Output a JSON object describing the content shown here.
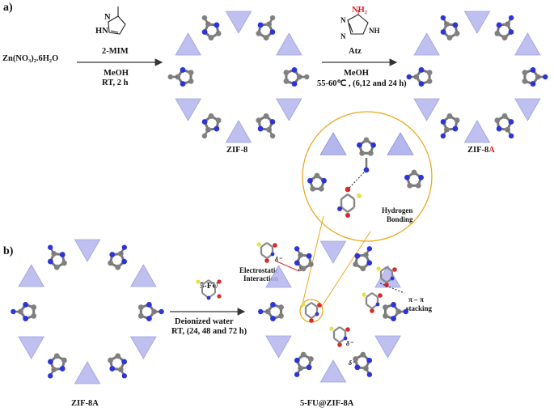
{
  "panel_a": {
    "label": "a)",
    "reactant": "Zn(NO₃)₂.6H₂O",
    "reagent1": {
      "name": "2-MIM",
      "solvent": "MeOH",
      "conditions": "RT, 2 h"
    },
    "product1": "ZIF-8",
    "reagent2": {
      "amine": "NH₂",
      "ring_label": "NH",
      "ring_n1": "N",
      "ring_n2": "N",
      "name": "Atz",
      "solvent": "MeOH",
      "conditions": "55-60℃ , (6,12 and 24 h)"
    },
    "product2_base": "ZIF-8",
    "product2_suffix": "A",
    "mim_ring_label": "HN",
    "mim_n": "N"
  },
  "panel_b": {
    "label": "b)",
    "start": "ZIF-8A",
    "reagent": "5-FU",
    "solvent": "Deionized water",
    "conditions": "RT, (24, 48 and 72 h)",
    "product": "5-FU@ZIF-8A",
    "annotations": {
      "electrostatic": [
        "Electrostatic",
        "Interaction"
      ],
      "pi_stacking": [
        "π – π",
        "stacking"
      ],
      "hydrogen": [
        "Hydrogen",
        "Bonding"
      ],
      "delta_minus": "δ⁻",
      "delta_plus": "δ⁺"
    }
  },
  "colors": {
    "triangle": "#b4b6ee",
    "triangle_edge": "#8e90d8",
    "carbon": "#808080",
    "nitrogen": "#2d34d8",
    "oxygen": "#d82a2a",
    "fluorine": "#e8e04a",
    "zoom_circle": "#e8a820",
    "amine_red": "#e0202a"
  }
}
